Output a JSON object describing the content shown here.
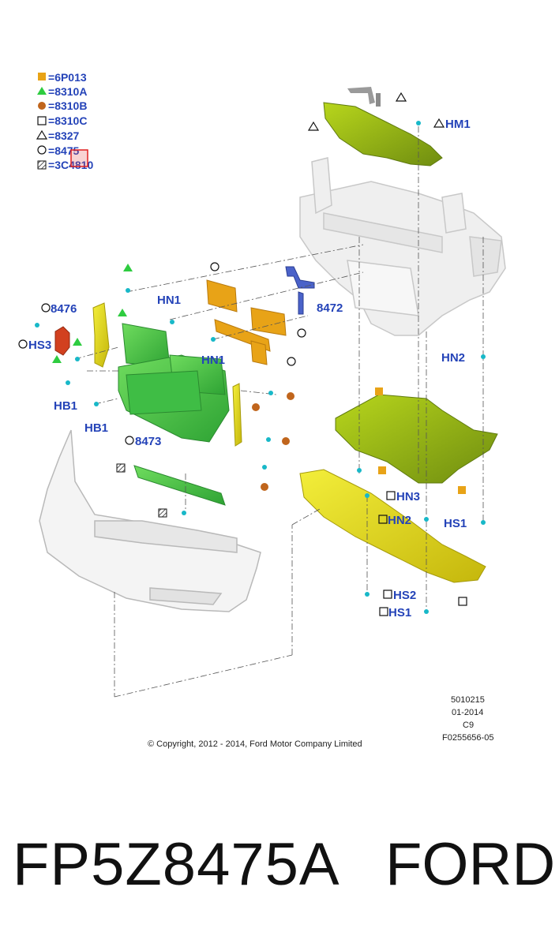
{
  "legend": [
    {
      "symbol": "filled-orange-square",
      "text": "6P013"
    },
    {
      "symbol": "filled-green-triangle",
      "text": "8310A"
    },
    {
      "symbol": "filled-brown-circle",
      "text": "8310B"
    },
    {
      "symbol": "open-square",
      "text": "8310C"
    },
    {
      "symbol": "open-triangle",
      "text": "8327"
    },
    {
      "symbol": "open-circle",
      "text": "8475"
    },
    {
      "symbol": "hatched-square",
      "text": "3C4810"
    }
  ],
  "callouts": {
    "hm1": "HM1",
    "n8472": "8472",
    "n8476": "8476",
    "hs3": "HS3",
    "hn1_a": "HN1",
    "hn1_b": "HN1",
    "hb1_a": "HB1",
    "hb1_b": "HB1",
    "n8473": "8473",
    "hn2_right": "HN2",
    "hn3": "HN3",
    "hn2_mid": "HN2",
    "hs1_right": "HS1",
    "hs2": "HS2",
    "hs1_bottom": "HS1"
  },
  "meta": {
    "line1": "5010215",
    "line2": "01-2014",
    "line3": "C9",
    "line4": "F0255656-05"
  },
  "copyright": "© Copyright, 2012 - 2014, Ford Motor Company Limited",
  "caption": {
    "part_number": "FP5Z8475A",
    "brand": "FORD"
  },
  "colors": {
    "label": "#2443b8",
    "green": "#4cc94c",
    "yellow": "#e6e01e",
    "orange": "#e8a317",
    "brown": "#c0651c",
    "cyan": "#18b8c8",
    "highlight": "#e02020"
  }
}
